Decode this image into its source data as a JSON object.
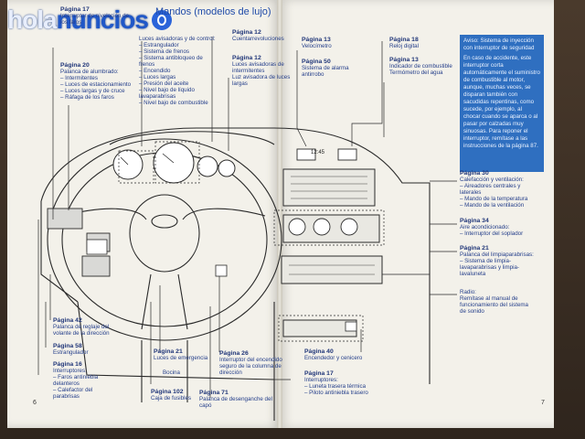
{
  "watermark": {
    "part_a": "hola",
    "part_b": "nuncios"
  },
  "header": {
    "text": "Mandos (modelos de lujo)"
  },
  "labels": {
    "p17": {
      "title": "Página 17",
      "lines": [
        "Interruptor de nivelación de",
        "los faros"
      ]
    },
    "p20": {
      "title": "Página 20",
      "lines": [
        "Palanca de alumbrado:",
        "– Intermitentes",
        "– Luces de estacionamiento",
        "– Luces largas y de cruce",
        "– Ráfaga de los faros"
      ]
    },
    "p12a": {
      "title": "",
      "lines": [
        "Luces avisadoras y de control:",
        "– Estrangulador",
        "– Sistema de frenos",
        "– Sistema antibloqueo de",
        "  frenos",
        "– Encendido",
        "– Luces largas",
        "– Presión del aceite",
        "– Nivel bajo de líquido",
        "  lavaparabrisas",
        "– Nivel bajo de combustible"
      ]
    },
    "p12b": {
      "title": "Página 12",
      "lines": [
        "Cuentarrevoluciones"
      ]
    },
    "p12c": {
      "title": "Página 12",
      "lines": [
        "Luces avisadoras de",
        "intermitentes",
        "Luz avisadora de luces",
        "largas"
      ]
    },
    "p13a": {
      "title": "Página 13",
      "lines": [
        "Velocímetro"
      ]
    },
    "p50": {
      "title": "Página 50",
      "lines": [
        "Sistema de alarma",
        "antirrobo"
      ]
    },
    "p18": {
      "title": "Página 18",
      "lines": [
        "Reloj digital"
      ]
    },
    "p13b": {
      "title": "Página 13",
      "lines": [
        "Indicador de combustible",
        "Termómetro del agua"
      ]
    },
    "p30": {
      "title": "Página 30",
      "lines": [
        "Calefacción y ventilación:",
        "– Aireadores centrales y",
        "  laterales",
        "– Mando de la temperatura",
        "– Mando de la ventilación"
      ]
    },
    "p34": {
      "title": "Página 34",
      "lines": [
        "Aire acondicionado:",
        "– Interruptor del soplador"
      ]
    },
    "p21r": {
      "title": "Página 21",
      "lines": [
        "Palanca del limpiaparabrisas:",
        "– Sistema de limpia-",
        "  lavaparabrisas y limpia-",
        "  lavaluneta"
      ]
    },
    "radio": {
      "title": "",
      "lines": [
        "Radio:",
        "Remítase al manual de",
        "funcionamiento del sistema",
        "de sonido"
      ]
    },
    "p42": {
      "title": "Página 42",
      "lines": [
        "Palanca de reglaje del",
        "volante de la dirección"
      ]
    },
    "p58": {
      "title": "Página 58",
      "lines": [
        "Estrangulador"
      ]
    },
    "p16": {
      "title": "Página 16",
      "lines": [
        "Interruptores:",
        "– Faros antiniebla",
        "  delanteros",
        "– Calefactor del",
        "  parabrisas"
      ]
    },
    "p21l": {
      "title": "Página 21",
      "lines": [
        "Luces de emergencia"
      ]
    },
    "bocina": {
      "title": "",
      "lines": [
        "Bocina"
      ]
    },
    "p102": {
      "title": "Página 102",
      "lines": [
        "Caja de fusibles"
      ]
    },
    "p26": {
      "title": "Página 26",
      "lines": [
        "Interruptor del encendido",
        "seguro de la columna de",
        "dirección"
      ]
    },
    "p71": {
      "title": "Página 71",
      "lines": [
        "Palanca de desenganche del",
        "capó"
      ]
    },
    "p40": {
      "title": "Página 40",
      "lines": [
        "Encendedor y cenicero"
      ]
    },
    "p17b": {
      "title": "Página 17",
      "lines": [
        "Interruptores:",
        "– Luneta trasera térmica",
        "– Piloto antiniebla trasero"
      ]
    }
  },
  "aviso": {
    "paragraph_1": "Aviso: Sistema de inyección con interruptor de seguridad",
    "paragraph_2": "En caso de accidente, este interruptor corta automáticamente el suministro de combustible al motor, aunque, muchas veces, se disparan también con sacudidas repentinas, como sucede, por ejemplo, al chocar cuando se aparca o al pasar por calzadas muy sinuosas. Para reponer el interruptor, remítase a las instrucciones de la página 87."
  },
  "page_numbers": {
    "left": "6",
    "right": "7"
  },
  "clock_display": "12:45"
}
